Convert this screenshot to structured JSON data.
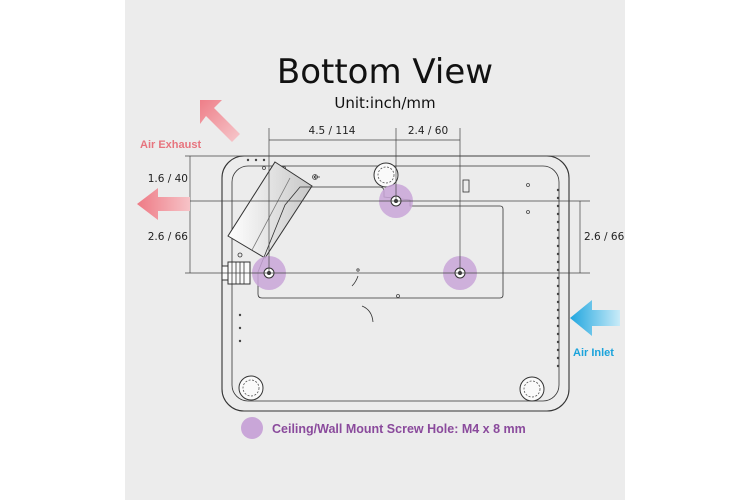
{
  "title": "Bottom View",
  "subtitle": "Unit:inch/mm",
  "dimensions": {
    "top_left": "4.5 / 114",
    "top_right": "2.4 / 60",
    "left_upper": "1.6 / 40",
    "left_lower": "2.6 / 66",
    "right": "2.6 / 66"
  },
  "airflow": {
    "exhaust": "Air Exhaust",
    "inlet": "Air Inlet"
  },
  "legend": {
    "label": "Ceiling/Wall Mount Screw Hole: M4 x 8 mm"
  },
  "colors": {
    "exhaust": "#f08d96",
    "inlet": "#2ab1e6",
    "screw_hole": "#c9a6d8",
    "legend_text": "#8a4a9c",
    "background": "#ececec"
  }
}
